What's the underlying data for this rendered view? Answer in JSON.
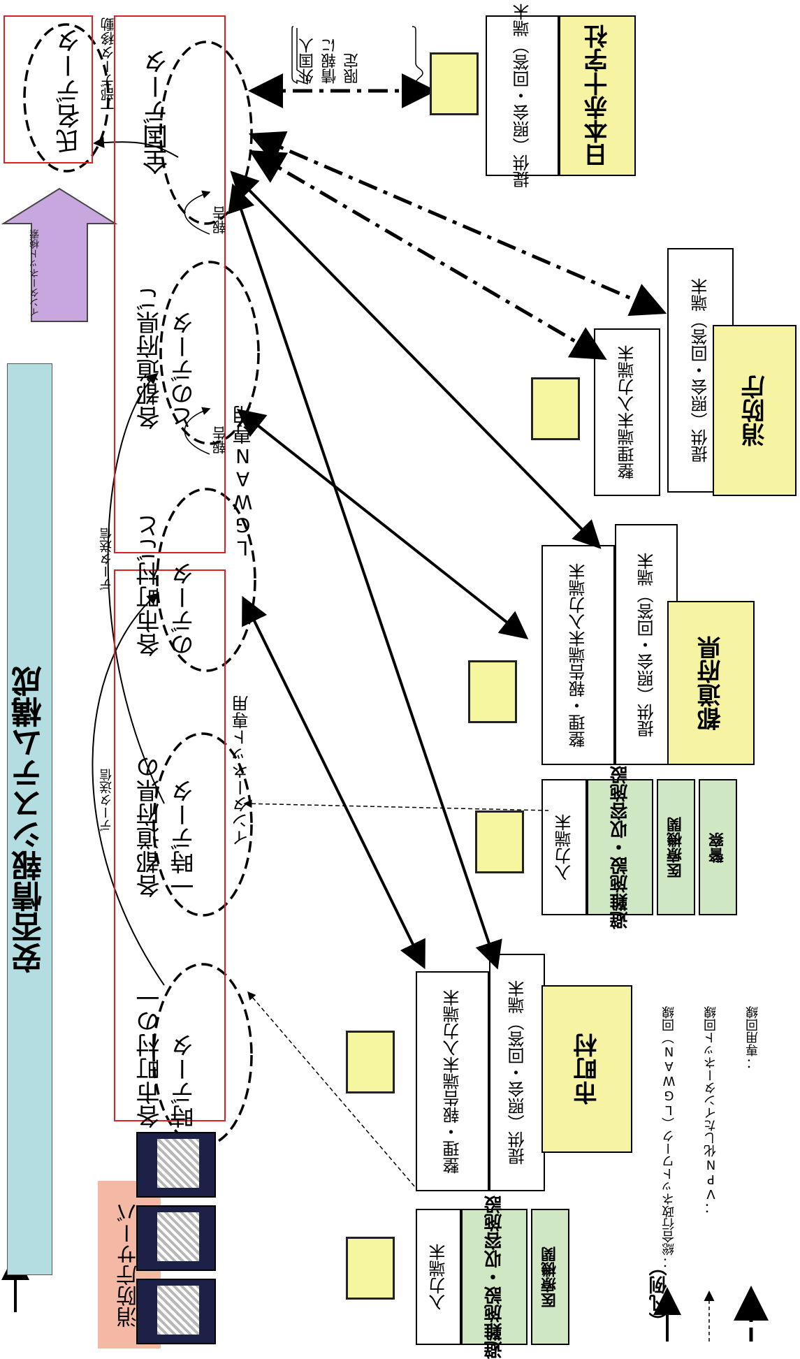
{
  "title": "安否情報システム構成",
  "server_label": "消防庁サーバ",
  "internet_search": "インターネット検索",
  "partial_move": "一部データ移動",
  "data_send": "データ送信",
  "report": "報告",
  "zones": {
    "lgwan": "LGWAN専用",
    "internet": "インターネット専用"
  },
  "data_nodes": {
    "names": "氏名データ",
    "national": "全国データ",
    "pref_data": "各都道府県ごとのデータ",
    "muni_data": "各市町村ごとのデータ",
    "pref_temp": "各都道府県の一時データ",
    "muni_temp": "各市町村の一時データ"
  },
  "foreign_note": "外国人情報に限定",
  "terminals": {
    "input": "入力端末",
    "org_report_input": "整理・報告端末入力端末",
    "org_input": "整理端末入力端末",
    "provide": "提供（照会・回答）端末"
  },
  "orgs": {
    "red_cross": "日本赤十字社",
    "fdma": "消防庁",
    "prefecture": "都道府県",
    "municipality": "市町村",
    "shelter": "避難施設・収容施設",
    "medical": "医療機関",
    "police": "警察"
  },
  "legend": {
    "title": "（凡例）",
    "items": [
      "：総合行政ネットワーク（LGWAN）回線",
      "：VPN化したインターネット回線",
      "：専用回線"
    ]
  }
}
